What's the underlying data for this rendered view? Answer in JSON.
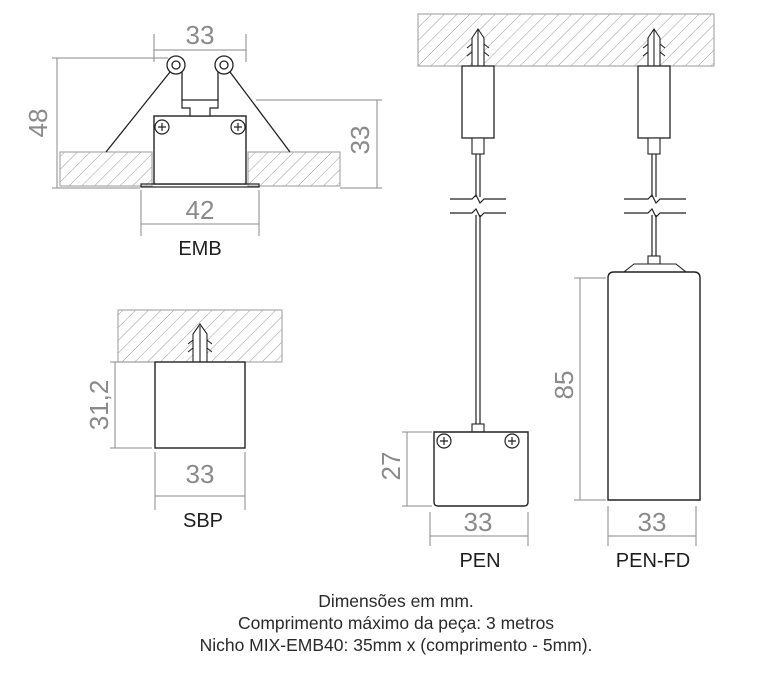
{
  "emb": {
    "dim_width_top": "33",
    "dim_height_total": "48",
    "dim_height_body": "33",
    "dim_width_bottom": "42",
    "label": "EMB"
  },
  "sbp": {
    "dim_height": "31,2",
    "dim_width": "33",
    "label": "SBP"
  },
  "pen": {
    "dim_height": "27",
    "dim_width": "33",
    "label": "PEN"
  },
  "pen_fd": {
    "dim_height": "85",
    "dim_width": "33",
    "label": "PEN-FD"
  },
  "footer": {
    "line1": "Dimensões em mm.",
    "line2": "Comprimento máximo da peça: 3 metros",
    "line3": "Nicho MIX-EMB40: 35mm x (comprimento - 5mm)."
  },
  "colors": {
    "line": "#222222",
    "dimension": "#8a8a8a",
    "hatch": "#9a9a9a"
  }
}
